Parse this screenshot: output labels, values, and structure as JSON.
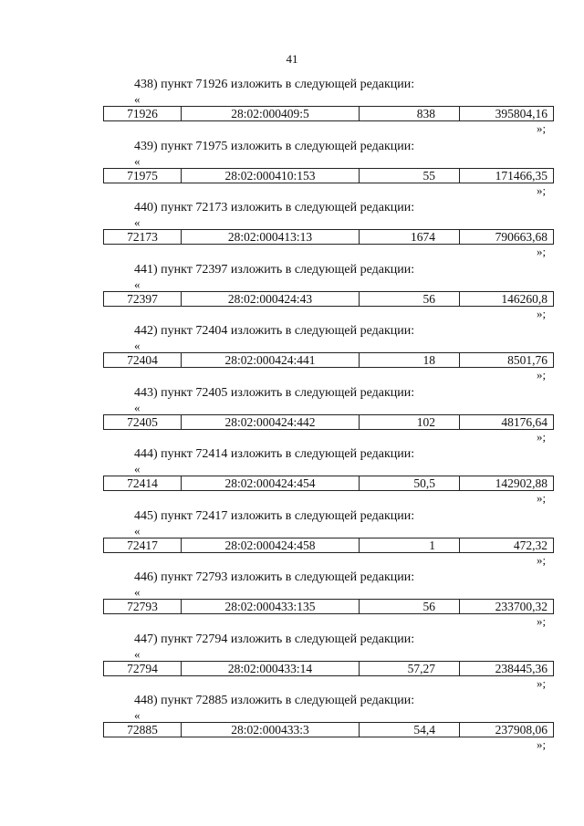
{
  "page_number": "41",
  "open_quote": "«",
  "close_quote": "»;",
  "entries": [
    {
      "heading": "438) пункт 71926 изложить в следующей редакции:",
      "number": "71926",
      "cadastral": "28:02:000409:5",
      "area": "838",
      "value": "395804,16"
    },
    {
      "heading": "439) пункт 71975 изложить в следующей редакции:",
      "number": "71975",
      "cadastral": "28:02:000410:153",
      "area": "55",
      "value": "171466,35"
    },
    {
      "heading": "440) пункт 72173 изложить в следующей редакции:",
      "number": "72173",
      "cadastral": "28:02:000413:13",
      "area": "1674",
      "value": "790663,68"
    },
    {
      "heading": "441) пункт 72397 изложить в следующей редакции:",
      "number": "72397",
      "cadastral": "28:02:000424:43",
      "area": "56",
      "value": "146260,8"
    },
    {
      "heading": "442) пункт 72404 изложить в следующей редакции:",
      "number": "72404",
      "cadastral": "28:02:000424:441",
      "area": "18",
      "value": "8501,76"
    },
    {
      "heading": "443) пункт 72405 изложить в следующей редакции:",
      "number": "72405",
      "cadastral": "28:02:000424:442",
      "area": "102",
      "value": "48176,64"
    },
    {
      "heading": "444) пункт 72414 изложить в следующей редакции:",
      "number": "72414",
      "cadastral": "28:02:000424:454",
      "area": "50,5",
      "value": "142902,88"
    },
    {
      "heading": "445) пункт 72417 изложить в следующей редакции:",
      "number": "72417",
      "cadastral": "28:02:000424:458",
      "area": "1",
      "value": "472,32"
    },
    {
      "heading": "446) пункт 72793 изложить в следующей редакции:",
      "number": "72793",
      "cadastral": "28:02:000433:135",
      "area": "56",
      "value": "233700,32"
    },
    {
      "heading": "447) пункт 72794 изложить в следующей редакции:",
      "number": "72794",
      "cadastral": "28:02:000433:14",
      "area": "57,27",
      "value": "238445,36"
    },
    {
      "heading": "448) пункт 72885 изложить в следующей редакции:",
      "number": "72885",
      "cadastral": "28:02:000433:3",
      "area": "54,4",
      "value": "237908,06"
    }
  ]
}
